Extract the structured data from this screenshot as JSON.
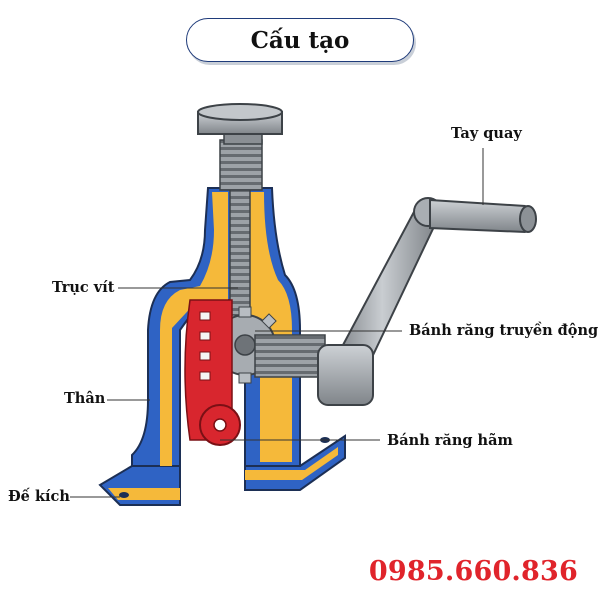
{
  "title": "Cấu tạo",
  "labels": {
    "tay_quay": "Tay quay",
    "truc_vit": "Trục vít",
    "banh_rang_truyen_dong": "Bánh răng truyền động",
    "than": "Thân",
    "banh_rang_ham": "Bánh răng hãm",
    "de_kich": "Đế kích"
  },
  "phone": "0985.660.836",
  "colors": {
    "body_blue": "#2f63c4",
    "inner_yellow": "#f5b93a",
    "gear_red": "#d8262e",
    "metal_gray": "#9ea3a8",
    "phone_red": "#e0242b"
  }
}
